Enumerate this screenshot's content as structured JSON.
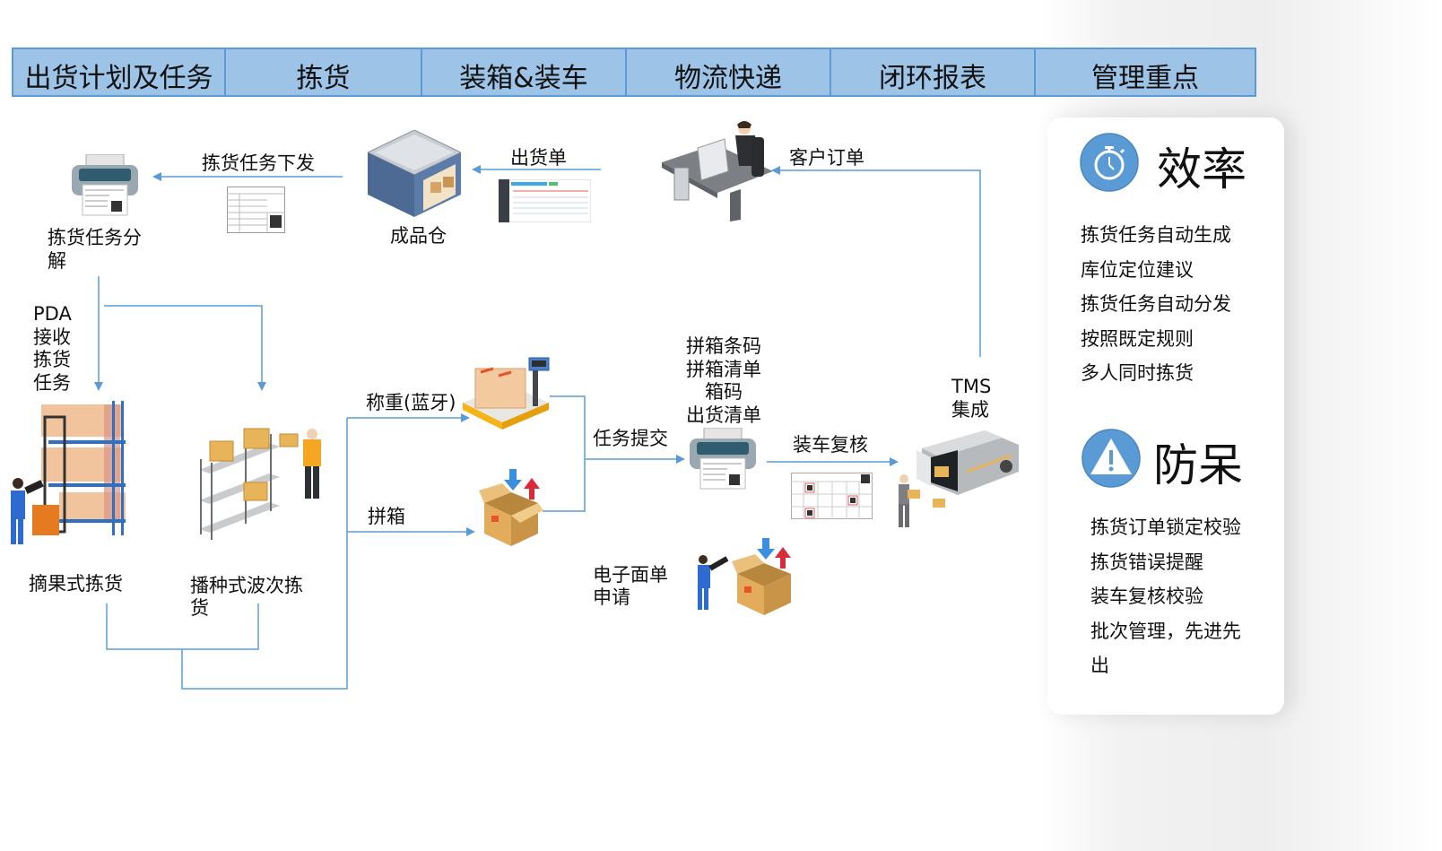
{
  "header": {
    "columns": [
      "出货计划及任务",
      "拣货",
      "装箱&装车",
      "物流快递",
      "闭环报表",
      "管理重点"
    ]
  },
  "flow": {
    "printer_task_split": "拣货任务分\n解",
    "pick_task_dispatch": "拣货任务下发",
    "finished_goods_warehouse": "成品仓",
    "shipping_order": "出货单",
    "customer_order": "客户订单",
    "pda_receive": "PDA\n接收\n拣货\n任务",
    "pick_by_order": "摘果式拣货",
    "wave_picking": "播种式波次拣\n货",
    "weighing": "称重(蓝牙)",
    "combine_box": "拼箱",
    "task_submit": "任务提交",
    "print_items": "拼箱条码\n拼箱清单\n箱码\n出货清单",
    "loading_check": "装车复核",
    "tms": "TMS\n集成",
    "e_waybill": "电子面单\n申请"
  },
  "panel": {
    "efficiency": {
      "icon": "stopwatch-icon",
      "title": "效率",
      "items": [
        "拣货任务自动生成",
        "库位定位建议",
        "拣货任务自动分发",
        "按照既定规则",
        "多人同时拣货"
      ]
    },
    "error_proof": {
      "icon": "warning-icon",
      "title": "防呆",
      "items": [
        "拣货订单锁定校验",
        "拣货错误提醒",
        "装车复核校验",
        "批次管理，先进先",
        "出"
      ]
    }
  },
  "colors": {
    "header_fill": "#9dc3e6",
    "header_border": "#5b9bd5",
    "connector": "#5b9bd5",
    "icon_circle": "#5b9bd5"
  }
}
